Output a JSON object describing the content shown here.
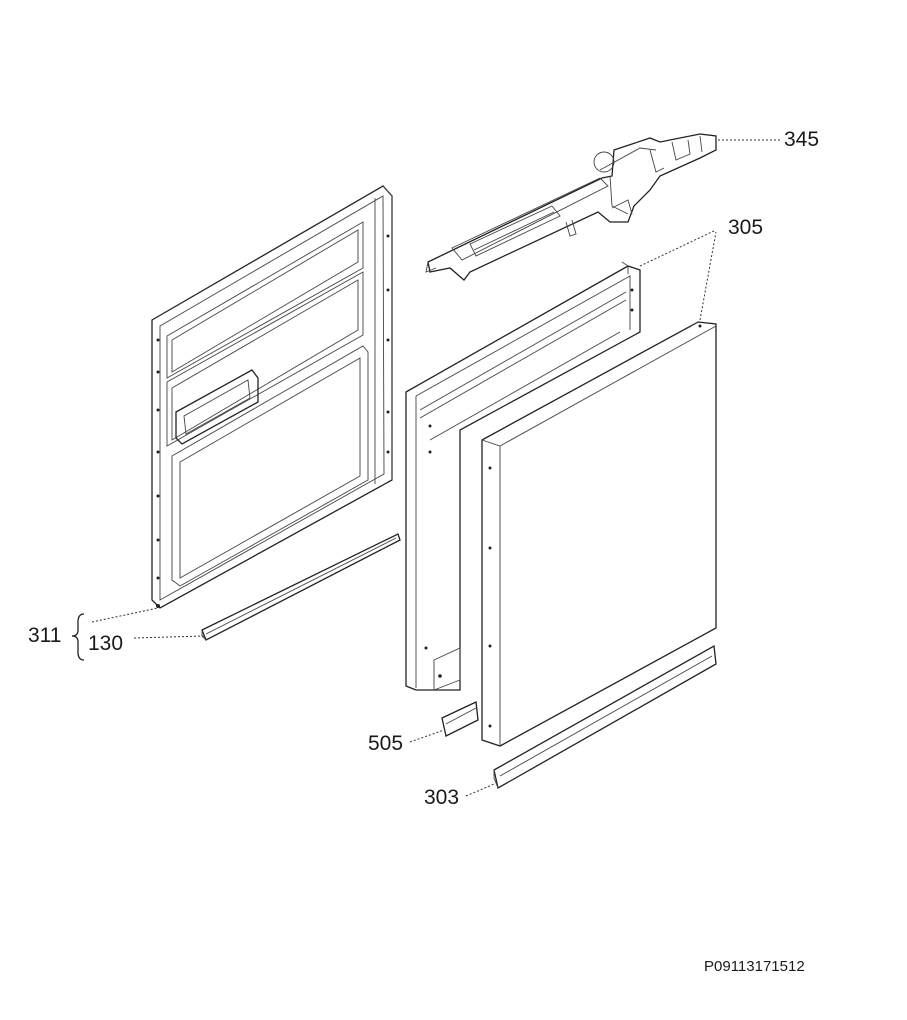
{
  "labels": {
    "part_345": "345",
    "part_305": "305",
    "part_311": "311",
    "part_130": "130",
    "part_505": "505",
    "part_303": "303"
  },
  "drawing_code": "P09113171512"
}
